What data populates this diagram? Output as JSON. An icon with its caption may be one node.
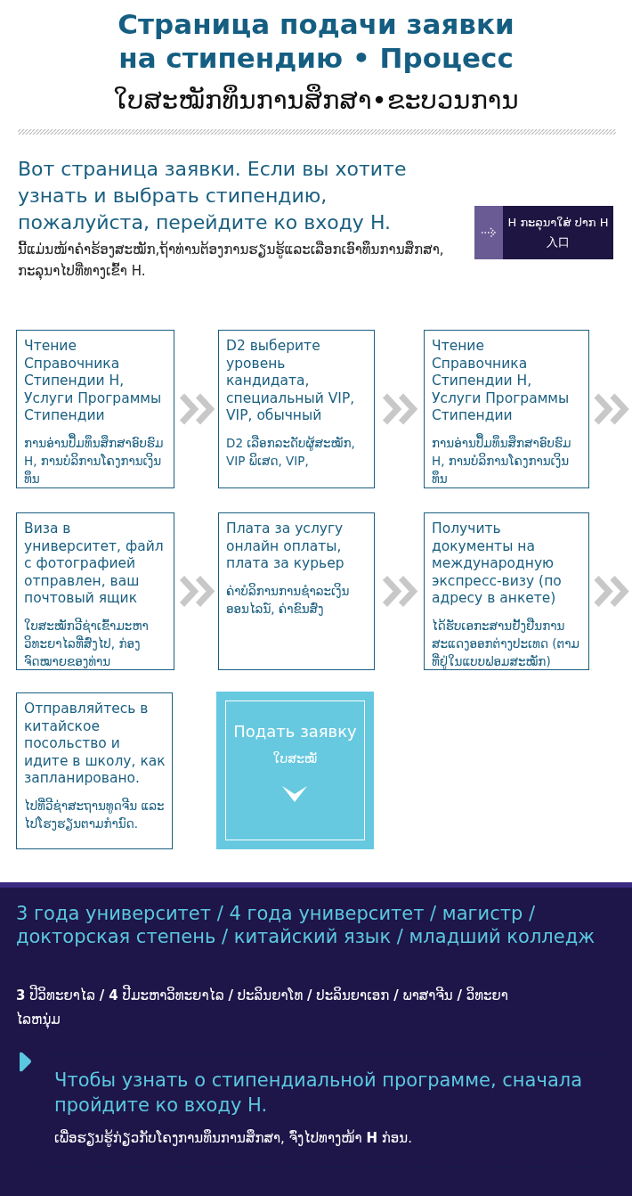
{
  "diagram": {
    "title": "Страница подачи заявки на стипендию • Процесс",
    "nodes": [
      {
        "text": [
          "H ກະລຸນາໃສ່ ປາກ H入口"
        ]
      },
      {
        "text": [
          "Чтение Справочника Стипендии H, Услуги Программы Стипендии",
          "ການອ່ານປຶ້ມທຶນສຶກສາອົບຮົມ H, ການບໍລິການໂຄງການເງິນທຶນ"
        ]
      },
      {
        "text": [
          "D2 выберите уровень кандидата, специальный VIP, VIP, обычный",
          "D2 ເລືອກລະດັບຜູ້ສະໝັກ, VIP ພິເສດ, VIP,"
        ]
      },
      {
        "text": [
          "Чтение Справочника Стипендии H, Услуги Программы Стипендии",
          "ການອ່ານປຶ້ມທຶນສຶກສາອົບຮົມ H, ການບໍລິການໂຄງການເງິນທຶນ"
        ]
      },
      {
        "text": [
          "Виза в университет, файл с фотографией отправлен, ваш почтовый ящик",
          "ໃບສະໝັກວີຊ່າເຂົ້າມະຫາວິທະຍາໄລທີ່ສົ່ງໄປ, ກ່ອງຈົດໝາຍຂອງທ່ານ"
        ]
      },
      {
        "text": [
          "Плата за услугу онлайн оплаты, плата за курьер",
          "ຄ່າບໍລິການການຊໍາລະເງິນອອນໄລນ໌, ຄ່າຂົນສົ່ງ"
        ]
      },
      {
        "text": [
          "Получить документы на международную экспресс-визу (по адресу в анкете)",
          "ໄດ້ຮັບເອກະສານຢັ້ງຢືນການສະແດງອອກຕ່າງປະເທດ (ຕາມທີ່ຢູ່ໃນແບບຟອມສະໝັກ)"
        ]
      },
      {
        "text": [
          "Отправляйтесь в китайское посольство и идите в школу, как запланировано.",
          "ໄປທີ່ວີຊ່າສະຖານທູດຈີນ ແລະໄປໂຮງຮຽນຕາມກໍານົດ."
        ]
      },
      {
        "text": [
          "Подать заявку",
          "ໃບສະໝັ"
        ]
      },
      {
        "text": [
          "3 года университет / 4 года университет / магистр / докторская степень / китайский язык / младший колледж",
          "**3** ປີວິທະຍາໄລ **/ 4** ປີມະຫາວິທະຍາໄລ **/** ປະລິນຍາໂທ **/** ປະລິນຍາເອກ **/** ພາສາຈີນ **/** ວິທະຍາໄລຫນຸ່ມ"
        ]
      },
      {
        "text": [
          "Чтобы узнать о стипендиальной программе, сначала пройдите ко входу H.",
          "ເພື່ອຮຽນຮູ້ກ່ຽວກັບໂຄງການທຶນການສຶກສາ, ຈົ່ງໄປທາງໜ້າ **H** ກ່ອນ."
        ],
        "in": 9
      }
    ],
    "edges": [
      {
        "from": 1,
        "to": 2,
        "arrow": "to"
      },
      {
        "from": 2,
        "to": 3,
        "arrow": "to"
      },
      {
        "from": 3,
        "to": null,
        "arrow": "to"
      },
      {
        "from": 4,
        "to": 5,
        "arrow": "to"
      },
      {
        "from": 5,
        "to": 6,
        "arrow": "to"
      },
      {
        "from": 6,
        "to": null,
        "arrow": "to"
      }
    ],
    "labels": [
      "ໃບສະໝັກທຶນການສຶກສາ•ຂະບວນການ",
      "Вот страница заявки. Если вы хотите узнать и выбрать стипендию, пожалуйста, перейдите ко входу H.",
      "ນີ້ແມ່ນໜ້າຄໍາຮ້ອງສະໝັກ,ຖ້າທ່ານຕ້ອງການຮຽນຮູ້ແລະເລືອກເອົາທຶນການສຶກສາ, ກະລຸນາໄປທີ່ທາງເຂົ້າ H."
    ]
  }
}
